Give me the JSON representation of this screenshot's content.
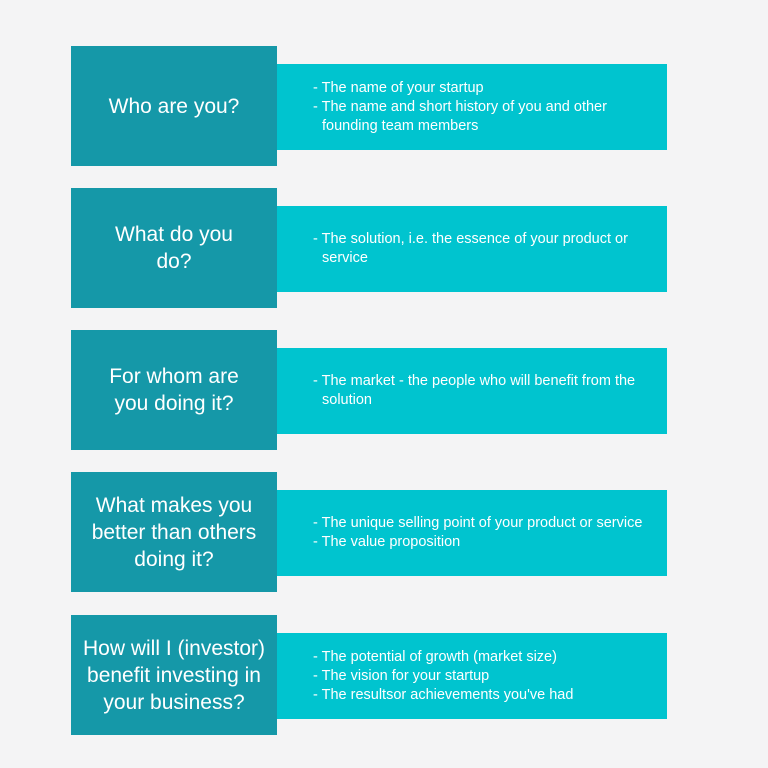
{
  "blocks": [
    {
      "question": "Who are you?",
      "items": [
        "The name of your startup",
        "The name and short history of you and other founding team members"
      ]
    },
    {
      "question": "What do you do?",
      "items": [
        "The solution, i.e. the essence of your product or service"
      ]
    },
    {
      "question": "For whom are you doing it?",
      "items": [
        "The market - the people who will benefit from the solution"
      ]
    },
    {
      "question": "What makes you better than others doing it?",
      "items": [
        "The unique selling point of your product or service",
        "The value proposition"
      ]
    },
    {
      "question": "How will I (investor) benefit investing in your business?",
      "items": [
        "The potential of growth (market size)",
        "The vision for your startup",
        "The resultsor achievements you've had"
      ]
    }
  ],
  "colors": {
    "question_bg": "#1598a8",
    "answer_bg": "#00c4cf",
    "page_bg": "#f4f4f5",
    "text": "#ffffff"
  }
}
